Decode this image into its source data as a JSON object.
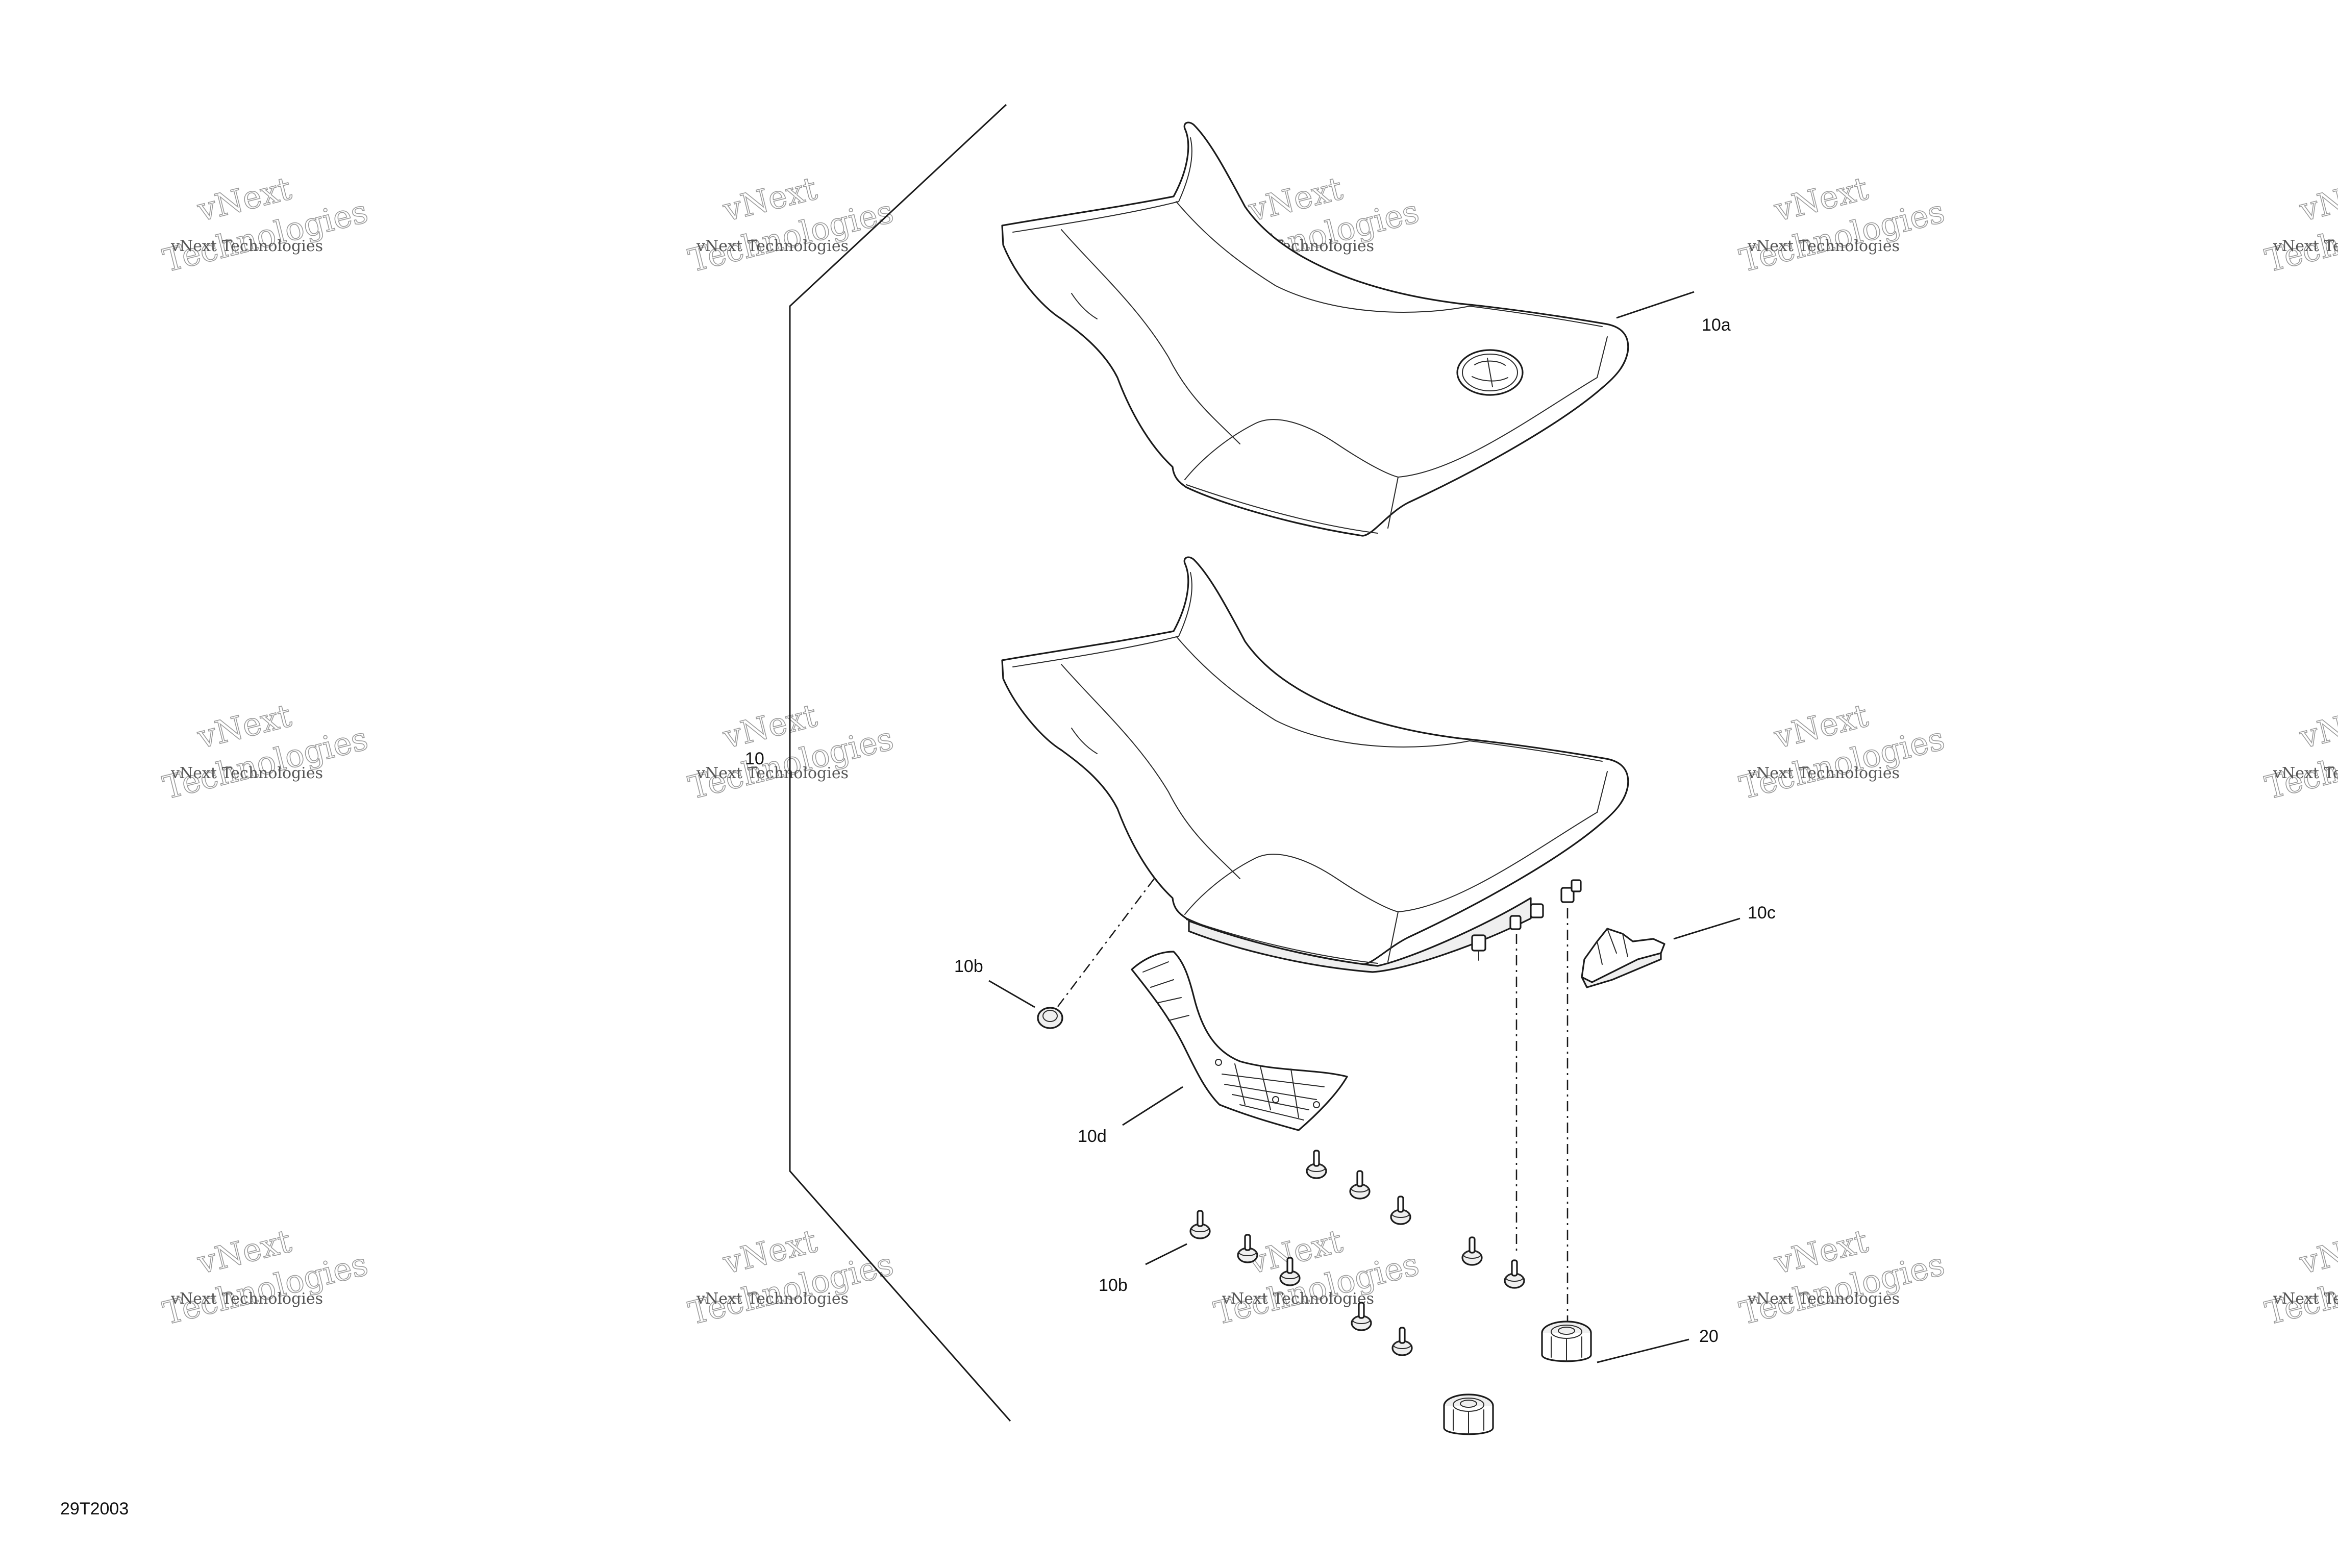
{
  "diagram": {
    "figure_code": "29T2003",
    "watermark": {
      "line_small": "vNext Technologies",
      "line_big_1": "vNext",
      "line_big_2": "Technologies"
    },
    "callouts": {
      "c10": "10",
      "c10a": "10a",
      "c10b_top": "10b",
      "c10b_bottom": "10b",
      "c10c": "10c",
      "c10d": "10d",
      "c20": "20"
    },
    "parts": [
      {
        "name": "seat-cover",
        "label_ref": "10a"
      },
      {
        "name": "seat-assembly",
        "label_ref": "10"
      },
      {
        "name": "grommet",
        "label_ref": "10b"
      },
      {
        "name": "latch-bracket",
        "label_ref": "10c"
      },
      {
        "name": "foam-plate",
        "label_ref": "10d"
      },
      {
        "name": "rubber-bumper",
        "label_ref": "20"
      }
    ]
  }
}
